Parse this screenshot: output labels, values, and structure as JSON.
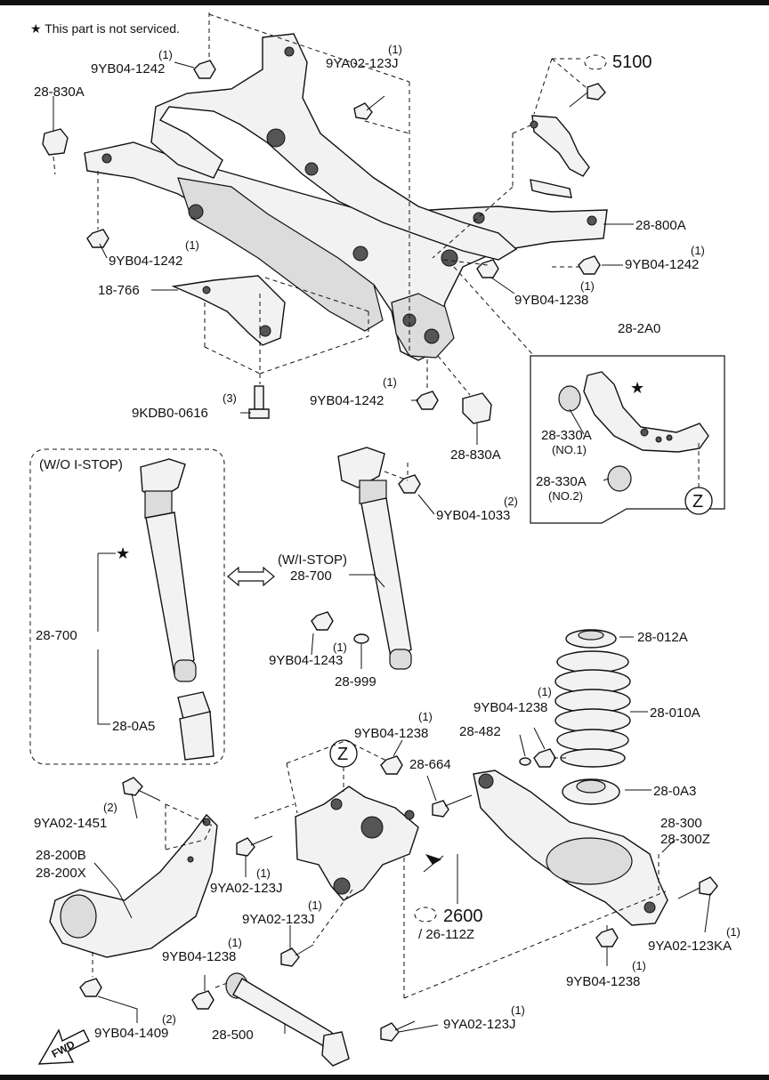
{
  "header": {
    "note": "★ This part is not serviced."
  },
  "labels": {
    "yb04_1242_a": {
      "code": "9YB04-1242",
      "qty": "(1)"
    },
    "ya02_123j_a": {
      "code": "9YA02-123J",
      "qty": "(1)"
    },
    "p28_830a_a": {
      "code": "28-830A"
    },
    "p5100": {
      "code": "5100"
    },
    "p28_800a": {
      "code": "28-800A"
    },
    "yb04_1242_b": {
      "code": "9YB04-1242",
      "qty": "(1)"
    },
    "yb04_1242_c": {
      "code": "9YB04-1242",
      "qty": "(1)"
    },
    "yb04_1238_a": {
      "code": "9YB04-1238",
      "qty": "(1)"
    },
    "p18_766": {
      "code": "18-766"
    },
    "kdb0_0616": {
      "code": "9KDB0-0616",
      "qty": "(3)"
    },
    "yb04_1242_d": {
      "code": "9YB04-1242",
      "qty": "(1)"
    },
    "p28_830a_b": {
      "code": "28-830A"
    },
    "p28_2a0": {
      "code": "28-2A0"
    },
    "p28_330a_1": {
      "code": "28-330A",
      "qty": "(NO.1)"
    },
    "p28_330a_2": {
      "code": "28-330A",
      "qty": "(NO.2)"
    },
    "z_a": {
      "code": "Z"
    },
    "wo_istop": {
      "code": "(W/O I-STOP)"
    },
    "w_istop": {
      "code": "(W/I-STOP)"
    },
    "p28_700_a": {
      "code": "28-700"
    },
    "p28_700_b": {
      "code": "28-700"
    },
    "p28_0a5": {
      "code": "28-0A5"
    },
    "yb04_1033": {
      "code": "9YB04-1033",
      "qty": "(2)"
    },
    "yb04_1243": {
      "code": "9YB04-1243",
      "qty": "(1)"
    },
    "p28_999": {
      "code": "28-999"
    },
    "p28_012a": {
      "code": "28-012A"
    },
    "yb04_1238_b": {
      "code": "9YB04-1238",
      "qty": "(1)"
    },
    "p28_010a": {
      "code": "28-010A"
    },
    "p28_482": {
      "code": "28-482"
    },
    "yb04_1238_c": {
      "code": "9YB04-1238",
      "qty": "(1)"
    },
    "z_b": {
      "code": "Z"
    },
    "p28_664": {
      "code": "28-664"
    },
    "p28_0a3": {
      "code": "28-0A3"
    },
    "ya02_1451": {
      "code": "9YA02-1451",
      "qty": "(2)"
    },
    "p28_200b": {
      "code": "28-200B"
    },
    "p28_200x": {
      "code": "28-200X"
    },
    "p28_300": {
      "code": "28-300"
    },
    "p28_300z": {
      "code": "28-300Z"
    },
    "ya02_123j_b": {
      "code": "9YA02-123J",
      "qty": "(1)"
    },
    "ya02_123j_c": {
      "code": "9YA02-123J",
      "qty": "(1)"
    },
    "p2600": {
      "code": "2600"
    },
    "p26_112z": {
      "code": "/ 26-112Z"
    },
    "ya02_123ka": {
      "code": "9YA02-123KA",
      "qty": "(1)"
    },
    "yb04_1238_d": {
      "code": "9YB04-1238",
      "qty": "(1)"
    },
    "yb04_1238_e": {
      "code": "9YB04-1238",
      "qty": "(1)"
    },
    "yb04_1409": {
      "code": "9YB04-1409",
      "qty": "(2)"
    },
    "p28_500": {
      "code": "28-500"
    },
    "ya02_123j_d": {
      "code": "9YA02-123J",
      "qty": "(1)"
    },
    "fwd": {
      "code": "FWD"
    }
  }
}
